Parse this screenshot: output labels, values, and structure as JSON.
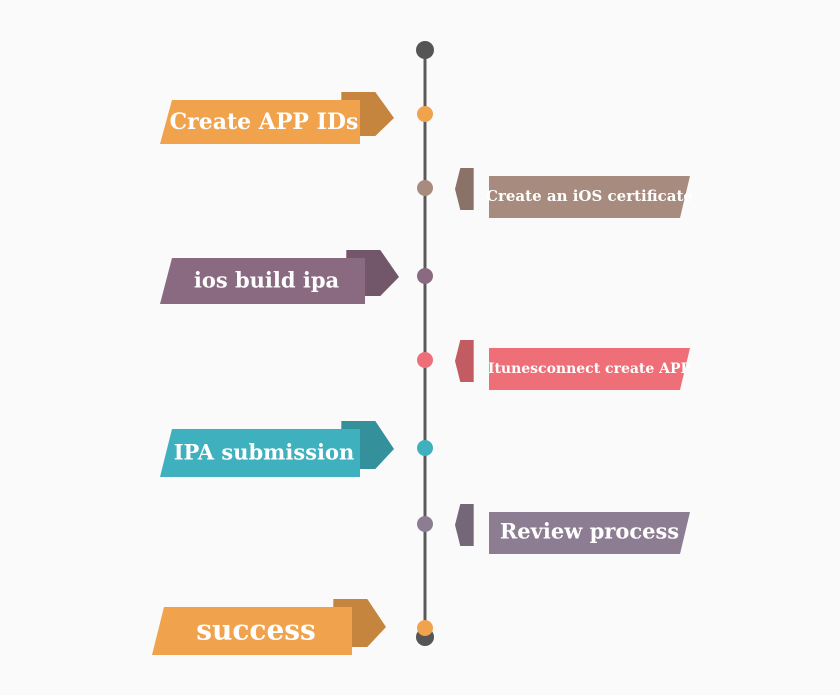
{
  "colors": {
    "timeline_line": "#5a5a5a",
    "endpoint": "#555555",
    "orange": "#f0a24c",
    "taupe": "#a88b7f",
    "plum": "#8a6a80",
    "coral": "#ee6f78",
    "teal": "#3fb0bd",
    "mauve": "#8d7d92"
  },
  "steps": [
    {
      "label": "Create APP IDs",
      "side": "left",
      "color": "orange"
    },
    {
      "label": "Create an iOS certificate",
      "side": "right",
      "color": "taupe"
    },
    {
      "label": "ios build ipa",
      "side": "left",
      "color": "plum"
    },
    {
      "label": "Itunesconnect create APP",
      "side": "right",
      "color": "coral"
    },
    {
      "label": "IPA submission",
      "side": "left",
      "color": "teal"
    },
    {
      "label": "Review process",
      "side": "right",
      "color": "mauve"
    },
    {
      "label": "success",
      "side": "left",
      "color": "orange"
    }
  ]
}
